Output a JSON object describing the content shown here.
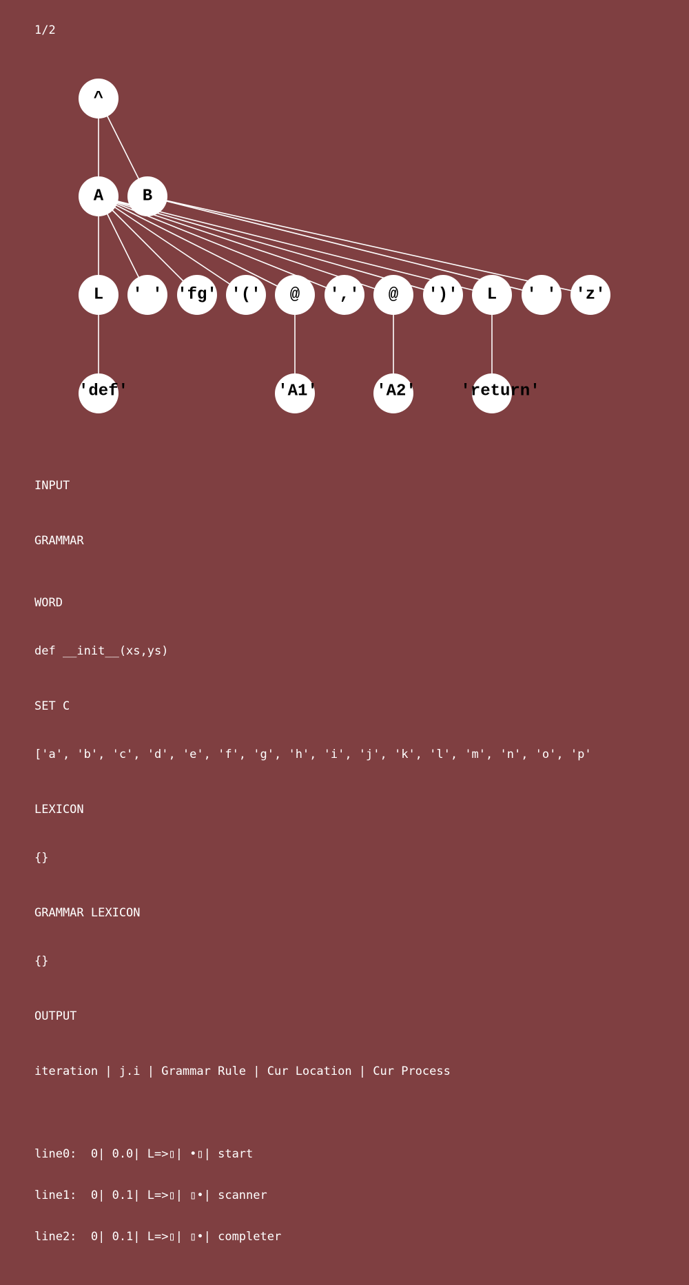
{
  "page_indicator": "1/2",
  "tree": {
    "nodes": {
      "root": "^",
      "A": "A",
      "B": "B",
      "L1": "L",
      "sp1": "' '",
      "fg": "'fg'",
      "lparen": "'('",
      "at1": "@",
      "comma": "','",
      "at2": "@",
      "rparen": "')'",
      "L2": "L",
      "sp2": "' '",
      "z": "'z'",
      "def": "'def'",
      "A1": "'A1'",
      "A2": "'A2'",
      "return": "'return'"
    }
  },
  "sections": {
    "input_title": "INPUT",
    "grammar_title": "GRAMMAR",
    "word_title": "WORD",
    "word_value": "def __init__(xs,ys)",
    "setc_title": "SET C",
    "setc_value": "['a', 'b', 'c', 'd', 'e', 'f', 'g', 'h', 'i', 'j', 'k', 'l', 'm', 'n', 'o', 'p'",
    "lexicon_title": "LEXICON",
    "lexicon_value": "{}",
    "grammar_lexicon_title": "GRAMMAR LEXICON",
    "grammar_lexicon_value": "{}",
    "output_title": "OUTPUT",
    "output_header": "iteration | j.i | Grammar Rule | Cur Location | Cur Process",
    "trace": [
      "line0:  0| 0.0| L=>▯| •▯| start",
      "line1:  0| 0.1| L=>▯| ▯•| scanner",
      "line2:  0| 0.1| L=>▯| ▯•| completer"
    ]
  }
}
